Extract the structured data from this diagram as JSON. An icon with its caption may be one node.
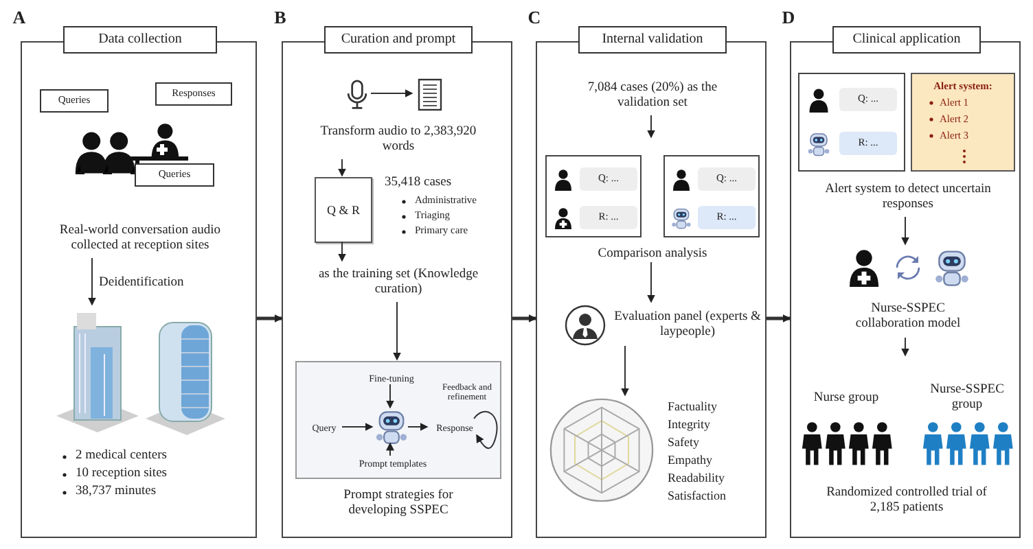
{
  "diagram": {
    "nodes": [
      {
        "text": [
          "Data collection"
        ],
        "beside": [
          "A"
        ]
      },
      {
        "text": [
          "Queries"
        ],
        "in": 0
      },
      {
        "text": [
          "Responses"
        ],
        "in": 0
      },
      {
        "text": [
          "Queries"
        ],
        "in": 0
      },
      {
        "text": [
          "Real-world conversation audio collected at reception sites"
        ],
        "in": 0
      },
      {
        "text": [],
        "shape": "picture",
        "in": 0
      },
      {
        "text": [
          "Curation and prompt"
        ],
        "beside": [
          "B"
        ]
      },
      {
        "text": [],
        "shape": "picture",
        "in": 6
      },
      {
        "text": [],
        "shape": "picture",
        "in": 6
      },
      {
        "text": [
          "Transform audio to 2,383,920 words"
        ],
        "in": 6
      },
      {
        "text": [
          "Q & R"
        ],
        "in": 6
      },
      {
        "text": [
          "as the training set (Knowledge curation)"
        ],
        "in": 6
      },
      {
        "text": [
          "Prompt strategies for developing SSPEC"
        ],
        "in": 6
      },
      {
        "text": [
          "Fine-tuning"
        ],
        "in": 12
      },
      {
        "text": [
          "Query"
        ],
        "in": 12
      },
      {
        "text": [],
        "shape": "picture",
        "in": 12
      },
      {
        "text": [
          "Response"
        ],
        "in": 12,
        "beside": [
          "Feedback and refinement"
        ]
      },
      {
        "text": [
          "Prompt templates"
        ],
        "in": 12
      },
      {
        "text": [
          "Internal validation"
        ],
        "beside": [
          "C"
        ]
      },
      {
        "text": [
          "7,084 cases (20%) as the validation set"
        ],
        "in": 18
      },
      {
        "text": [],
        "shape": "box",
        "in": 18
      },
      {
        "text": [
          "Q: ..."
        ],
        "in": 20
      },
      {
        "text": [
          "R: ..."
        ],
        "in": 20
      },
      {
        "text": [],
        "shape": "box",
        "in": 18
      },
      {
        "text": [
          "Q: ..."
        ],
        "in": 23
      },
      {
        "text": [
          "R: ..."
        ],
        "in": 23
      },
      {
        "text": [
          "Comparison analysis"
        ],
        "in": 18
      },
      {
        "text": [
          "Evaluation panel (experts & laypeople)"
        ],
        "in": 18
      },
      {
        "text": [],
        "shape": "picture",
        "in": 18,
        "beside": [
          "Factuality",
          "Integrity",
          "Safety",
          "Empathy",
          "Readability",
          "Satisfaction"
        ]
      },
      {
        "text": [
          "Clinical application"
        ],
        "beside": [
          "D"
        ]
      },
      {
        "text": [],
        "shape": "box",
        "in": 29
      },
      {
        "text": [
          "Q: ..."
        ],
        "in": 30
      },
      {
        "text": [
          "R: ..."
        ],
        "in": 30
      },
      {
        "text": [
          "Alert system:",
          "Alert 1",
          "Alert 2",
          "Alert 3"
        ],
        "in": 29
      },
      {
        "text": [
          "Alert system to detect uncertain responses"
        ],
        "in": 29
      },
      {
        "text": [
          "Nurse-SSPEC collaboration model"
        ],
        "in": 29
      },
      {
        "text": [
          "Nurse group"
        ],
        "in": 29
      },
      {
        "text": [
          "Nurse-SSPEC group"
        ],
        "in": 29
      }
    ],
    "edges": [
      {
        "from": 4,
        "to": 5,
        "arrow": "to",
        "label": "Deidentification"
      },
      {
        "from": 7,
        "to": 8,
        "arrow": "to"
      },
      {
        "from": 9,
        "to": 10,
        "arrow": "to"
      },
      {
        "from": 10,
        "to": 11,
        "arrow": "to"
      },
      {
        "from": 11,
        "to": 12,
        "arrow": "to"
      },
      {
        "from": 13,
        "to": 15,
        "arrow": "to"
      },
      {
        "from": 14,
        "to": 15,
        "arrow": "to"
      },
      {
        "from": 15,
        "to": 16,
        "arrow": "to"
      },
      {
        "from": 17,
        "to": 15,
        "arrow": "to"
      },
      {
        "from": 16,
        "to": 16,
        "arrow": "to"
      },
      {
        "from": 19,
        "to": null,
        "arrow": "to"
      },
      {
        "from": 26,
        "to": 27,
        "arrow": "to"
      },
      {
        "from": 27,
        "to": 28,
        "arrow": "to"
      },
      {
        "from": 34,
        "to": 35,
        "arrow": "to"
      },
      {
        "from": 35,
        "to": null,
        "arrow": "to"
      },
      {
        "from": 0,
        "to": 6,
        "arrow": "to",
        "style": "thick"
      },
      {
        "from": 6,
        "to": 18,
        "arrow": "to",
        "style": "thick"
      },
      {
        "from": 18,
        "to": 29,
        "arrow": "to",
        "style": "thick"
      }
    ],
    "labels": [
      "2 medical centers",
      "10 reception sites",
      "38,737 minutes",
      "35,418 cases",
      "Administrative",
      "Triaging",
      "Primary care",
      "Randomized controlled trial of 2,185 patients"
    ]
  }
}
